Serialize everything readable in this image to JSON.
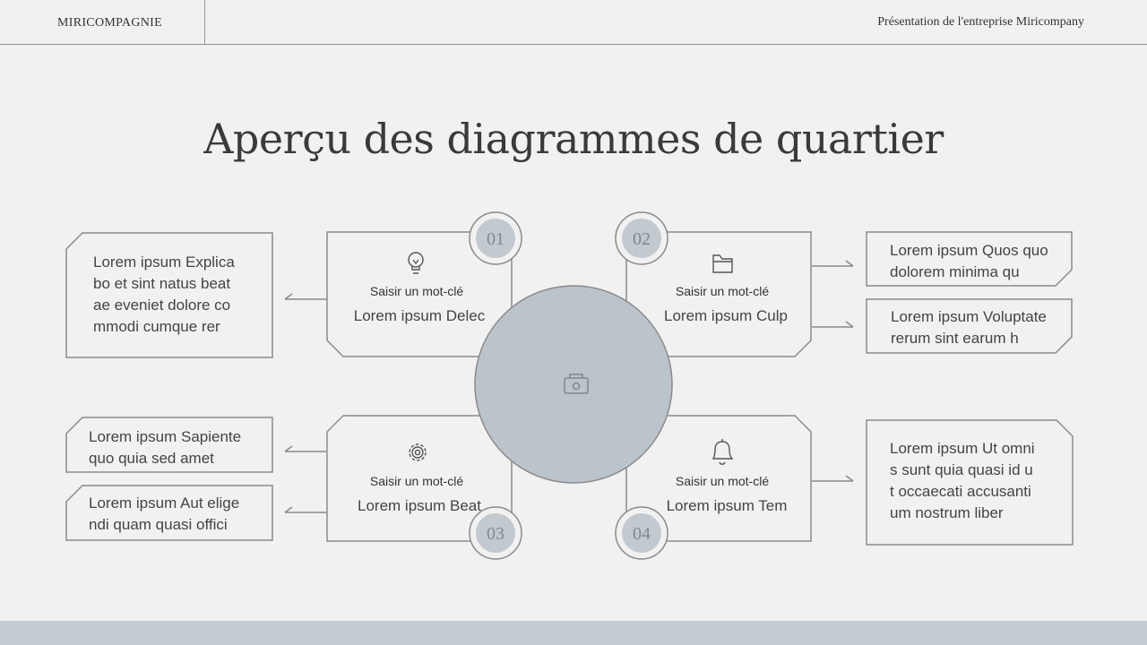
{
  "header": {
    "brand": "MIRICOMPAGNIE",
    "title": "Présentation de l'entreprise Miricompany"
  },
  "slide": {
    "title": "Aperçu des diagrammes de quartier"
  },
  "center": {
    "icon": "camera-icon"
  },
  "quadrants": [
    {
      "number": "01",
      "icon": "lightbulb-icon",
      "keyword": "Saisir un mot-clé",
      "text": "Lorem ipsum Delec"
    },
    {
      "number": "02",
      "icon": "folder-icon",
      "keyword": "Saisir un mot-clé",
      "text": "Lorem ipsum Culp"
    },
    {
      "number": "03",
      "icon": "gear-icon",
      "keyword": "Saisir un mot-clé",
      "text": "Lorem ipsum Beat"
    },
    {
      "number": "04",
      "icon": "bell-icon",
      "keyword": "Saisir un mot-clé",
      "text": "Lorem ipsum Tem"
    }
  ],
  "side_notes": {
    "left_top": [
      "Lorem ipsum Explica",
      "bo et sint natus beat",
      "ae eveniet dolore co",
      "mmodi cumque rer"
    ],
    "left_bottom_1": [
      "Lorem ipsum Sapiente",
      "quo quia sed amet"
    ],
    "left_bottom_2": [
      "Lorem ipsum Aut elige",
      "ndi quam quasi offici"
    ],
    "right_top_1": [
      "Lorem ipsum Quos quo",
      "dolorem minima qu"
    ],
    "right_top_2": [
      "Lorem ipsum Voluptate",
      "rerum sint earum h"
    ],
    "right_bottom": [
      "Lorem ipsum Ut omni",
      "s sunt quia quasi id u",
      "t occaecati accusanti",
      "um nostrum liber"
    ]
  },
  "colors": {
    "background": "#f1f1f1",
    "accent": "#bcc4cb",
    "stroke": "#8a8a8a",
    "footer": "#c3ccd3"
  }
}
